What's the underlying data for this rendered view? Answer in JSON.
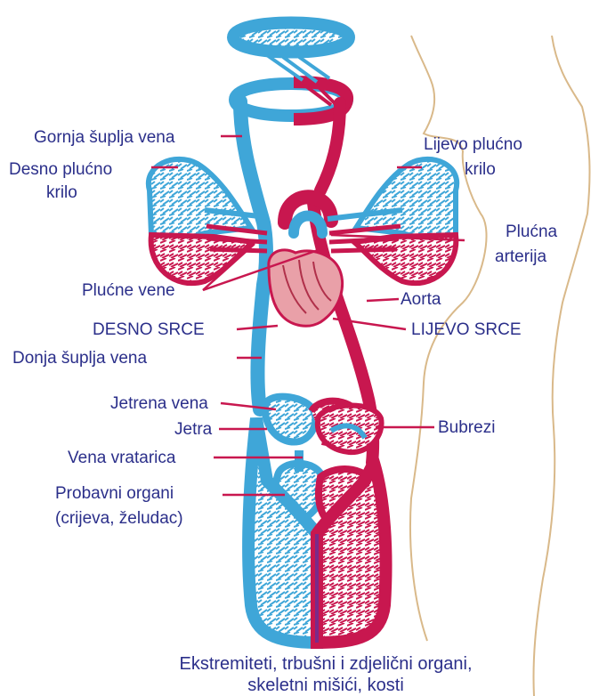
{
  "colors": {
    "vein_blue": "#3fa6d8",
    "artery_red": "#c8174f",
    "heart_pink": "#e9a0a8",
    "label_text": "#2b2f8a",
    "pointer_red": "#c8174f",
    "body_outline": "#d9b98a"
  },
  "labels": {
    "gornja_supl_vena": "Gornja šuplja vena",
    "desno_plucno_krilo": "Desno plućno krilo",
    "lijevo_plucno_krilo": "Lijevo plućno krilo",
    "plucna_arterija": "Plućna arterija",
    "plucne_vene": "Plućne vene",
    "aorta": "Aorta",
    "desno_srce": "DESNO SRCE",
    "lijevo_srce": "LIJEVO SRCE",
    "donja_supl_vena": "Donja šuplja vena",
    "jetrena_vena": "Jetrena vena",
    "jetra": "Jetra",
    "bubrezi": "Bubrezi",
    "vena_vratarica": "Vena vratarica",
    "probavni_organi": "Probavni organi (crijeva, želudac)"
  },
  "caption": "Ekstremiteti, trbušni i zdjelični organi, skeletni mišići, kosti"
}
